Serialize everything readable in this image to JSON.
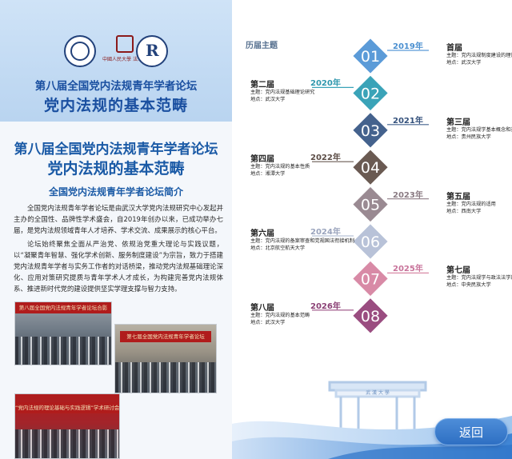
{
  "left_panel": {
    "banner": {
      "logo_mid_text": "中國人民大學 法學院",
      "title_line1": "第八届全国党内法规青年学者论坛",
      "title_line2": "党内法规的基本范畴"
    },
    "content": {
      "title_line1": "第八届全国党内法规青年学者论坛",
      "title_line2": "党内法规的基本范畴",
      "intro_heading": "全国党内法规青年学者论坛简介",
      "paragraph1": "全国党内法规青年学者论坛是由武汉大学党内法规研究中心发起并主办的全国性、品牌性学术盛会，自2019年创办以来，已成功举办七届，是党内法规领域青年人才培养、学术交流、成果展示的核心平台。",
      "paragraph2": "论坛始终聚焦全面从严治党、依规治党重大理论与实践议题，以“凝聚青年智慧、强化学术创新、服务制度建设”为宗旨，致力于搭建党内法规青年学者与实务工作者的对话桥梁，推动党内法规基础理论深化、应用对策研究提质与青年学术人才成长，为构建完善党内法规体系、推进新时代党的建设提供坚实学理支撑与智力支持。",
      "photo_captions": [
        "第八届全国党内法规青年学者论坛合影",
        "第七届全国党内法规青年学者论坛",
        "“党内法规的理论基础与实践逻辑”学术研讨会"
      ]
    }
  },
  "right_panel": {
    "section_title": "历届主题",
    "subject_label": "主题：",
    "location_label": "地点：",
    "editions": [
      {
        "num": "01",
        "year": "2019年",
        "name": "首届",
        "theme": "党内法规制度建设的理论与实践",
        "location": "武汉大学",
        "color": "#5b9bd8",
        "year_color": "#4a8fd0"
      },
      {
        "num": "02",
        "year": "2020年",
        "name": "第二届",
        "theme": "党内法规基础理论研究",
        "location": "武汉大学",
        "color": "#3aa3b8",
        "year_color": "#2f97ad"
      },
      {
        "num": "03",
        "year": "2021年",
        "name": "第三届",
        "theme": "党内法规学基本概念和基本方法",
        "location": "贵州民族大学",
        "color": "#44628d",
        "year_color": "#34517c"
      },
      {
        "num": "04",
        "year": "2022年",
        "name": "第四届",
        "theme": "党内法规的基本性质",
        "location": "湘潭大学",
        "color": "#6a5a52",
        "year_color": "#5b4c45"
      },
      {
        "num": "05",
        "year": "2023年",
        "name": "第五届",
        "theme": "党内法规的适用",
        "location": "西南大学",
        "color": "#9a8a92",
        "year_color": "#8a7a82"
      },
      {
        "num": "06",
        "year": "2024年",
        "name": "第六届",
        "theme": "党内法规的备案审查和党规国法衔接机制",
        "location": "北京航空航天大学",
        "color": "#b8c2d8",
        "year_color": "#9aa4bd"
      },
      {
        "num": "07",
        "year": "2025年",
        "name": "第七届",
        "theme": "党内法规学与政法法学的对话",
        "location": "中央民族大学",
        "color": "#d88aa6",
        "year_color": "#c8739a"
      },
      {
        "num": "08",
        "year": "2026年",
        "name": "第八届",
        "theme": "党内法规的基本范畴",
        "location": "武汉大学",
        "color": "#9a4d80",
        "year_color": "#8a3f74"
      }
    ],
    "gate_text": "武 漢 大 學",
    "back_button": "返回"
  }
}
